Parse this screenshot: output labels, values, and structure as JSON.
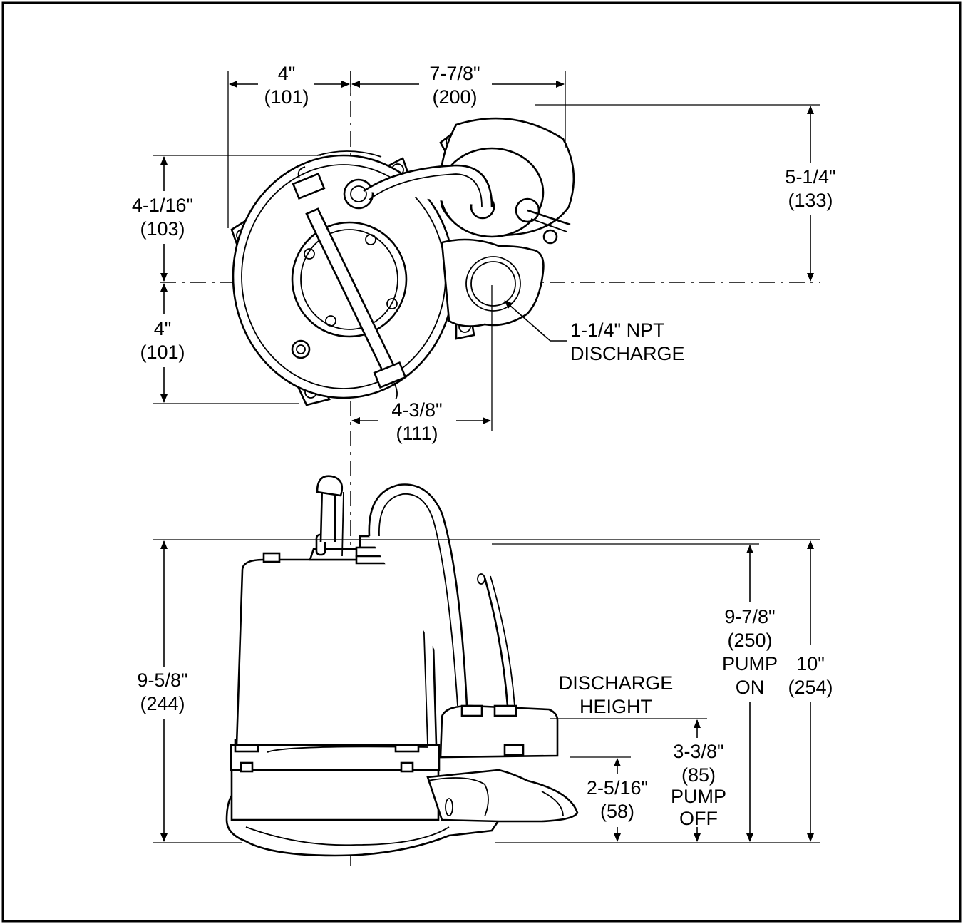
{
  "top_view": {
    "dim_left_width": {
      "inch": "4\"",
      "mm": "(101)"
    },
    "dim_top_width": {
      "inch": "7-7/8\"",
      "mm": "(200)"
    },
    "dim_right_height": {
      "inch": "5-1/4\"",
      "mm": "(133)"
    },
    "dim_left_upper": {
      "inch": "4-1/16\"",
      "mm": "(103)"
    },
    "dim_left_lower": {
      "inch": "4\"",
      "mm": "(101)"
    },
    "dim_discharge_offset": {
      "inch": "4-3/8\"",
      "mm": "(111)"
    },
    "discharge_callout": {
      "line1": "1-1/4\" NPT",
      "line2": "DISCHARGE"
    }
  },
  "side_view": {
    "dim_overall_height": {
      "inch": "9-5/8\"",
      "mm": "(244)"
    },
    "discharge_height": {
      "line1": "DISCHARGE",
      "line2": "HEIGHT"
    },
    "dim_discharge": {
      "inch": "2-5/16\"",
      "mm": "(58)"
    },
    "dim_pump_off": {
      "inch": "3-3/8\"",
      "mm": "(85)",
      "line3": "PUMP",
      "line4": "OFF"
    },
    "dim_pump_on": {
      "inch": "9-7/8\"",
      "mm": "(250)",
      "line3": "PUMP",
      "line4": "ON"
    },
    "dim_total": {
      "inch": "10\"",
      "mm": "(254)"
    }
  }
}
